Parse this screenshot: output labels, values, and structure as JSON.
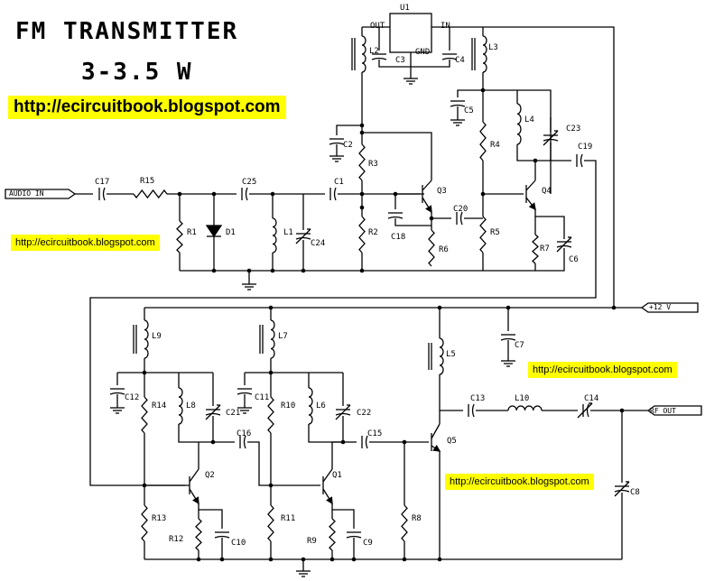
{
  "title_line1": "FM TRANSMITTER",
  "title_line2": "3-3.5 W",
  "url": "http://ecircuitbook.blogspot.com",
  "ports": {
    "audio_in": "AUDIO IN",
    "vcc": "+12 V",
    "rf_out": "RF OUT"
  },
  "regulator": {
    "name": "U1",
    "out": "OUT",
    "in": "IN",
    "gnd": "GND"
  },
  "components": {
    "C1": "C1",
    "C2": "C2",
    "C3": "C3",
    "C4": "C4",
    "C5": "C5",
    "C6": "C6",
    "C7": "C7",
    "C8": "C8",
    "C9": "C9",
    "C10": "C10",
    "C11": "C11",
    "C12": "C12",
    "C13": "C13",
    "C14": "C14",
    "C15": "C15",
    "C16": "C16",
    "C17": "C17",
    "C18": "C18",
    "C19": "C19",
    "C20": "C20",
    "C21": "C21",
    "C22": "C22",
    "C23": "C23",
    "C24": "C24",
    "C25": "C25",
    "R1": "R1",
    "R2": "R2",
    "R3": "R3",
    "R4": "R4",
    "R5": "R5",
    "R6": "R6",
    "R7": "R7",
    "R8": "R8",
    "R9": "R9",
    "R10": "R10",
    "R11": "R11",
    "R12": "R12",
    "R13": "R13",
    "R14": "R14",
    "R15": "R15",
    "L1": "L1",
    "L2": "L2",
    "L3": "L3",
    "L4": "L4",
    "L5": "L5",
    "L6": "L6",
    "L7": "L7",
    "L8": "L8",
    "L9": "L9",
    "L10": "L10",
    "Q1": "Q1",
    "Q2": "Q2",
    "Q3": "Q3",
    "Q4": "Q4",
    "Q5": "Q5",
    "D1": "D1"
  }
}
